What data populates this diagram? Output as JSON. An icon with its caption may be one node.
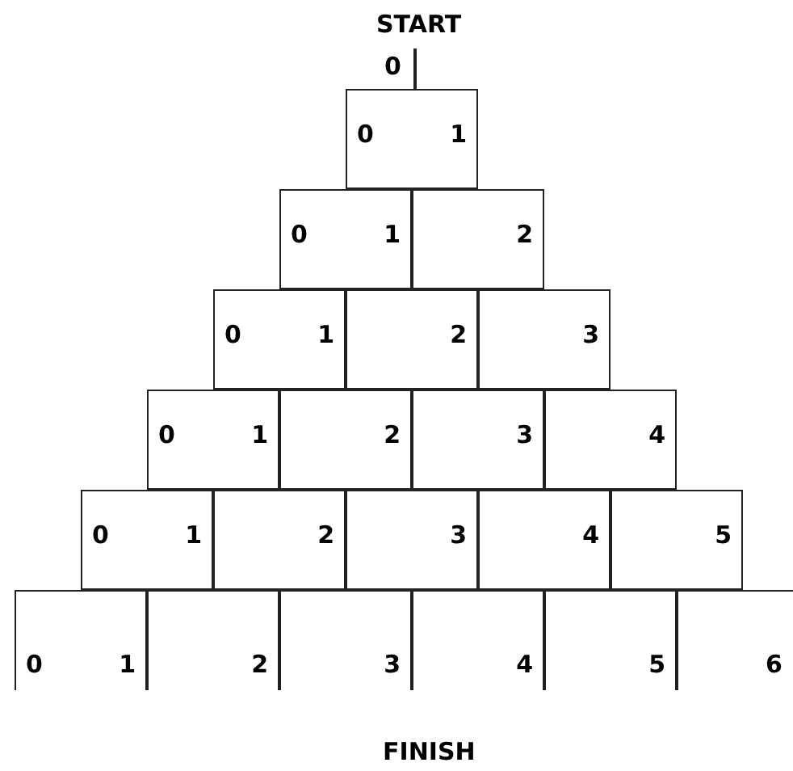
{
  "diagram": {
    "title": "START",
    "nodes": [
      {
        "text": [
          "0",
          "1"
        ]
      },
      {
        "text": [
          "0",
          "1"
        ]
      },
      {
        "text": [
          "2"
        ]
      },
      {
        "text": [
          "0",
          "1"
        ]
      },
      {
        "text": [
          "2"
        ]
      },
      {
        "text": [
          "3"
        ]
      },
      {
        "text": [
          "0",
          "1"
        ]
      },
      {
        "text": [
          "2"
        ]
      },
      {
        "text": [
          "3"
        ]
      },
      {
        "text": [
          "4"
        ]
      },
      {
        "text": [
          "0",
          "1"
        ]
      },
      {
        "text": [
          "2"
        ]
      },
      {
        "text": [
          "3"
        ]
      },
      {
        "text": [
          "4"
        ]
      },
      {
        "text": [
          "5"
        ]
      },
      {
        "text": [
          "0",
          "1"
        ]
      },
      {
        "text": [
          "2"
        ]
      },
      {
        "text": [
          "3"
        ]
      },
      {
        "text": [
          "4"
        ]
      },
      {
        "text": [
          "5"
        ]
      },
      {
        "text": [
          "6"
        ]
      }
    ],
    "labels": [
      "0",
      "FINISH"
    ]
  }
}
